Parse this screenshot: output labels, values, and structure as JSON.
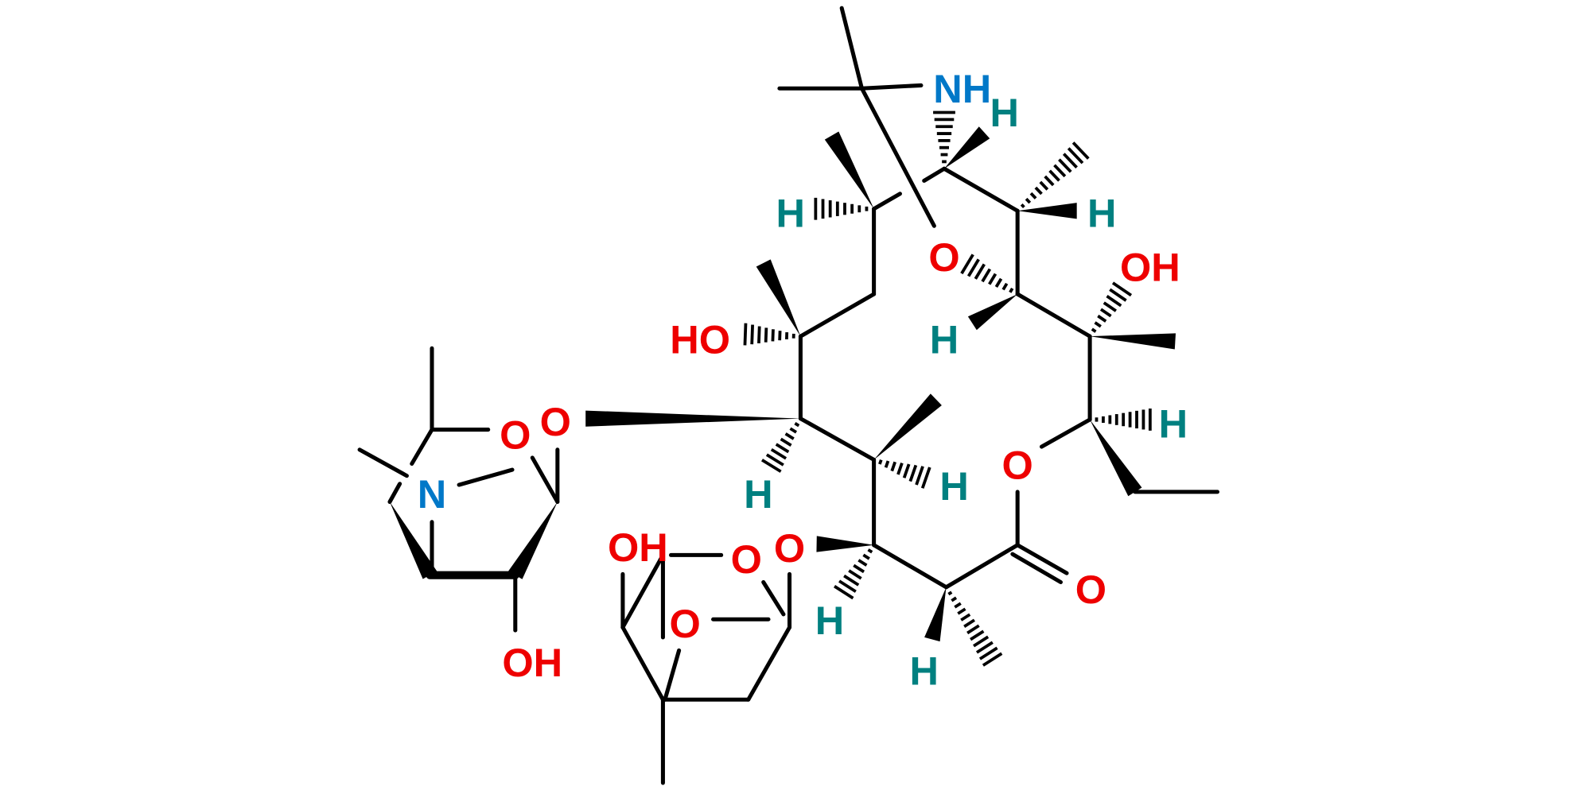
{
  "title": "Macrolide structure diagram",
  "colors": {
    "bond": "#000000",
    "O": "#ee0000",
    "N": "#0078c8",
    "H": "#008080"
  },
  "atoms": [
    {
      "text": "NH",
      "element": "N"
    },
    {
      "text": "H",
      "element": "H"
    },
    {
      "text": "H",
      "element": "H"
    },
    {
      "text": "H",
      "element": "H"
    },
    {
      "text": "O",
      "element": "O"
    },
    {
      "text": "OH",
      "element": "O"
    },
    {
      "text": "HO",
      "element": "O"
    },
    {
      "text": "H",
      "element": "H"
    },
    {
      "text": "O",
      "element": "O"
    },
    {
      "text": "O",
      "element": "O"
    },
    {
      "text": "N",
      "element": "N"
    },
    {
      "text": "OH",
      "element": "O"
    },
    {
      "text": "H",
      "element": "H"
    },
    {
      "text": "H",
      "element": "H"
    },
    {
      "text": "H",
      "element": "H"
    },
    {
      "text": "O",
      "element": "O"
    },
    {
      "text": "O",
      "element": "O"
    },
    {
      "text": "OH",
      "element": "O"
    },
    {
      "text": "O",
      "element": "O"
    },
    {
      "text": "O",
      "element": "O"
    },
    {
      "text": "H",
      "element": "H"
    },
    {
      "text": "H",
      "element": "H"
    },
    {
      "text": "O",
      "element": "O"
    }
  ]
}
